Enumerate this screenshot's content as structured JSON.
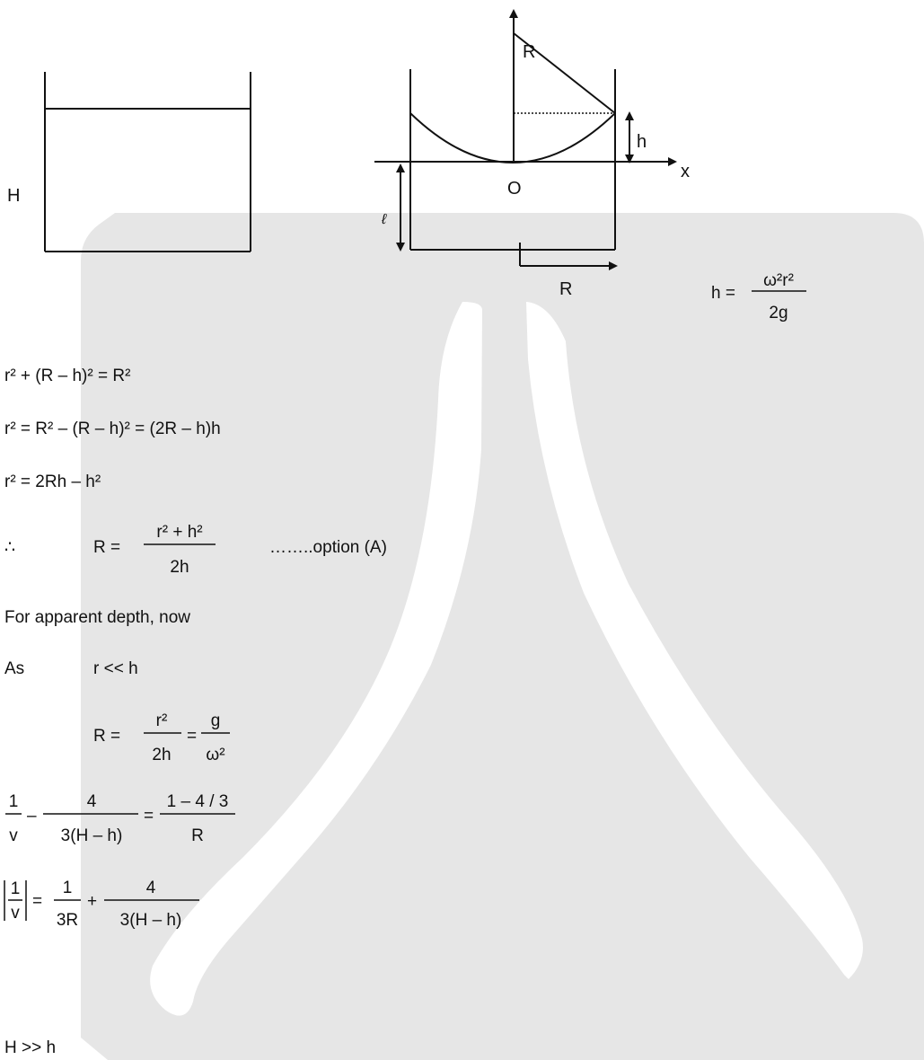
{
  "diagram": {
    "label_H": "H",
    "label_R_top": "R",
    "label_h": "h",
    "label_x": "x",
    "label_O": "O",
    "label_l": "ℓ",
    "label_R_bottom": "R"
  },
  "formula_h": {
    "lhs": "h =",
    "num": "ω²r²",
    "den": "2g"
  },
  "lines": {
    "l1": "r² + (R – h)² = R²",
    "l2": "r² = R² – (R – h)² = (2R – h)h",
    "l3": "r² = 2Rh – h²",
    "therefore": "∴",
    "l4_lhs": "R =",
    "l4_num": "r² + h²",
    "l4_den": "2h",
    "l4_note": "……..option (A)",
    "l5": "For apparent depth, now",
    "l6_as": "As",
    "l6_cond": "r << h",
    "l7_lhs": "R =",
    "l7_num1": "r²",
    "l7_den1": "2h",
    "l7_eq": "=",
    "l7_num2": "g",
    "l7_den2": "ω²",
    "l8_a_num": "1",
    "l8_a_den": "v",
    "l8_minus": "–",
    "l8_b_num": "4",
    "l8_b_den": "3(H – h)",
    "l8_eq": "=",
    "l8_c_num": "1 – 4 / 3",
    "l8_c_den": "R",
    "l9_abs_num": "1",
    "l9_abs_den": "v",
    "l9_eq": "=",
    "l9_a_num": "1",
    "l9_a_den": "3R",
    "l9_plus": "+",
    "l9_b_num": "4",
    "l9_b_den": "3(H – h)",
    "l10": "H >> h"
  }
}
